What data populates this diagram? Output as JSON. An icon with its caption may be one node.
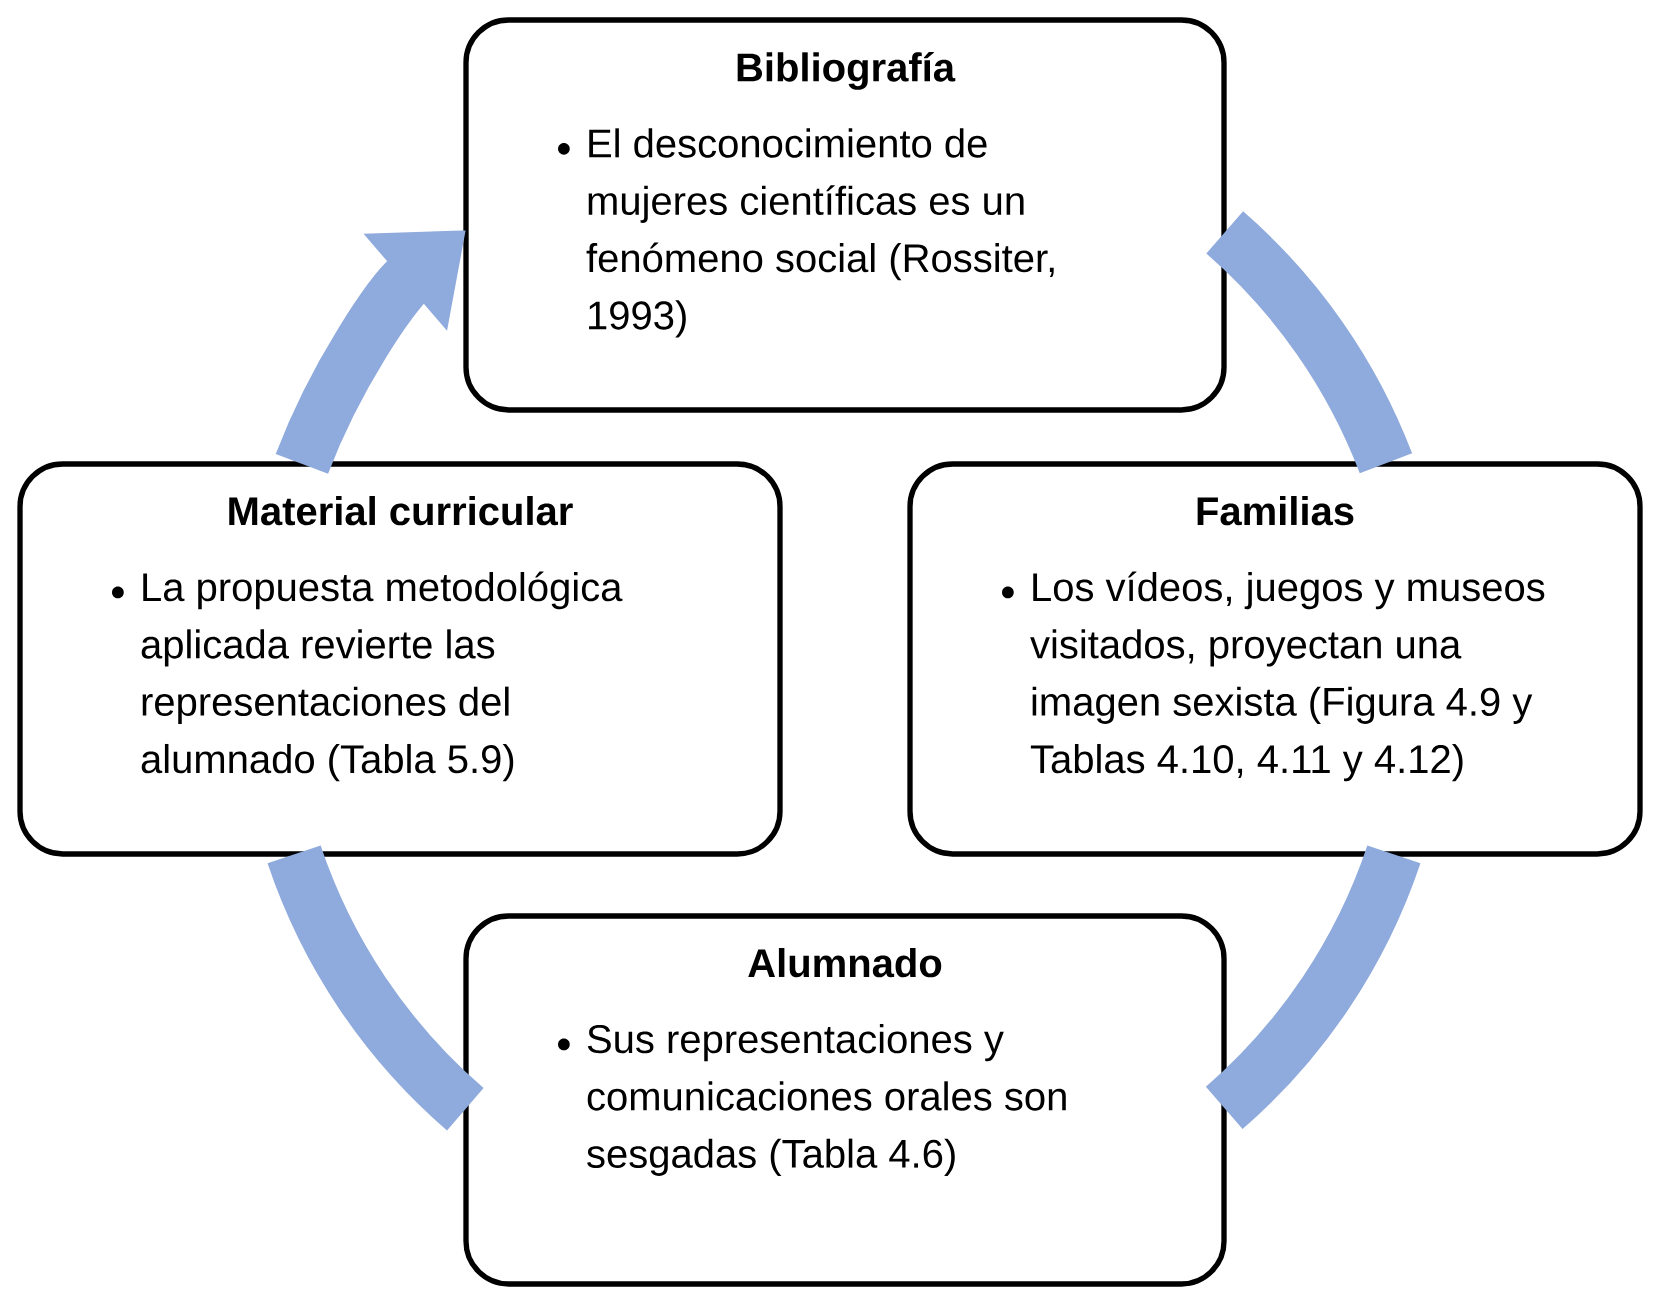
{
  "diagram": {
    "nodes": [
      {
        "text": [
          "Bibliografía",
          "El desconocimiento de mujeres científicas es un fenómeno social (Rossiter, 1993)"
        ]
      },
      {
        "text": [
          "Familias",
          "Los vídeos, juegos y museos visitados, proyectan una imagen sexista (Figura 4.9 y Tablas 4.10, 4.11 y 4.12)"
        ]
      },
      {
        "text": [
          "Alumnado",
          "Sus representaciones y comunicaciones orales son sesgadas (Tabla 4.6)"
        ]
      },
      {
        "text": [
          "Material curricular",
          "La propuesta metodológica aplicada revierte las representaciones del alumnado (Tabla 5.9)"
        ]
      }
    ],
    "edges": [
      {
        "from": 0,
        "to": 1,
        "arrow": "none"
      },
      {
        "from": 1,
        "to": 2,
        "arrow": "none"
      },
      {
        "from": 2,
        "to": 3,
        "arrow": "none"
      },
      {
        "from": 3,
        "to": 0,
        "arrow": "to"
      }
    ]
  }
}
